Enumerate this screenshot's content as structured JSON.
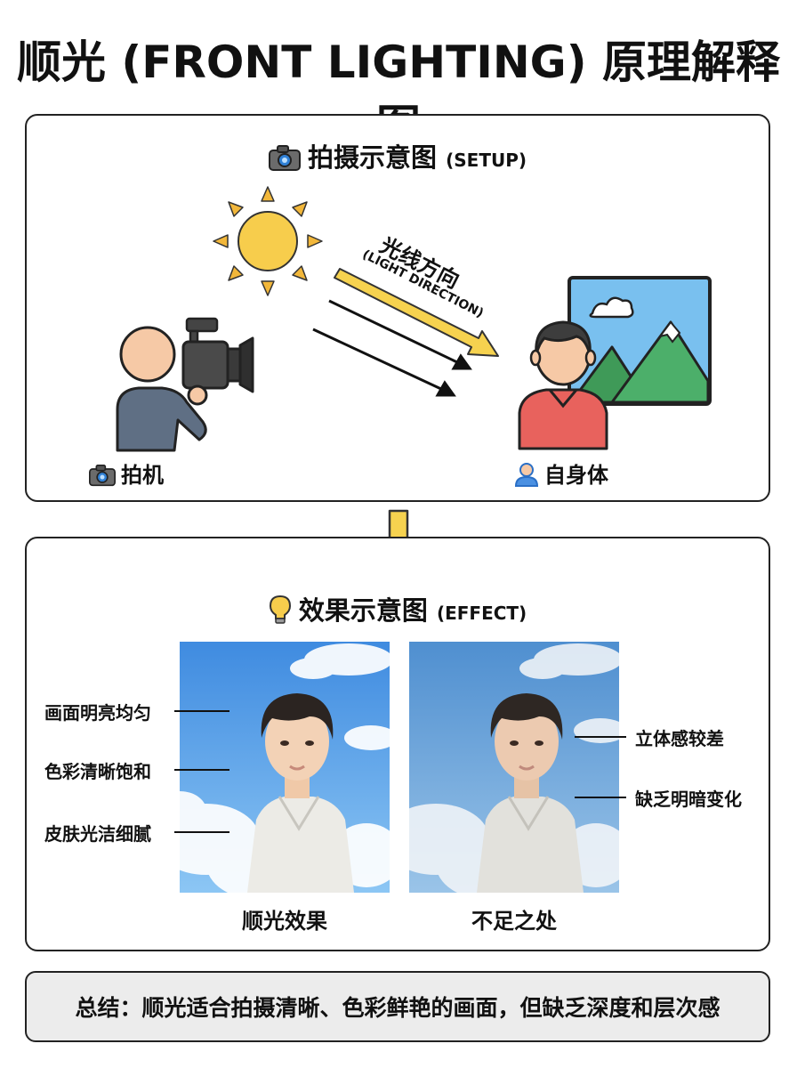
{
  "title": "顺光 (FRONT LIGHTING) 原理解释图",
  "setup": {
    "heading_cn": "拍摄示意图",
    "heading_en": "(SETUP)",
    "light_label_cn": "光线方向",
    "light_label_en": "(LIGHT DIRECTION)",
    "camera_label": "拍机",
    "subject_label": "自身体"
  },
  "effect": {
    "heading_cn": "效果示意图",
    "heading_en": "(EFFECT)",
    "left_caption": "顺光效果",
    "right_caption": "不足之处",
    "left_notes": [
      "画面明亮均匀",
      "色彩清晰饱和",
      "皮肤光洁细腻"
    ],
    "right_notes": [
      "立体感较差",
      "缺乏明暗变化"
    ]
  },
  "summary": "总结：顺光适合拍摄清晰、色彩鲜艳的画面，但缺乏深度和层次感",
  "colors": {
    "sun": "#f7cd4c",
    "sun_rays": "#f2b73a",
    "arrow_yellow": "#f6d24f",
    "sky": "#5b9fe0",
    "shirt_red": "#e8625d",
    "mountain_green": "#4caf6a",
    "frame_blue": "#79c0ef",
    "skin": "#f6c9a6",
    "summary_bg": "#ececec"
  },
  "icons": [
    "camera-icon",
    "sun-icon",
    "video-camera-icon",
    "person-icon",
    "lightbulb-icon",
    "down-arrow-icon"
  ]
}
